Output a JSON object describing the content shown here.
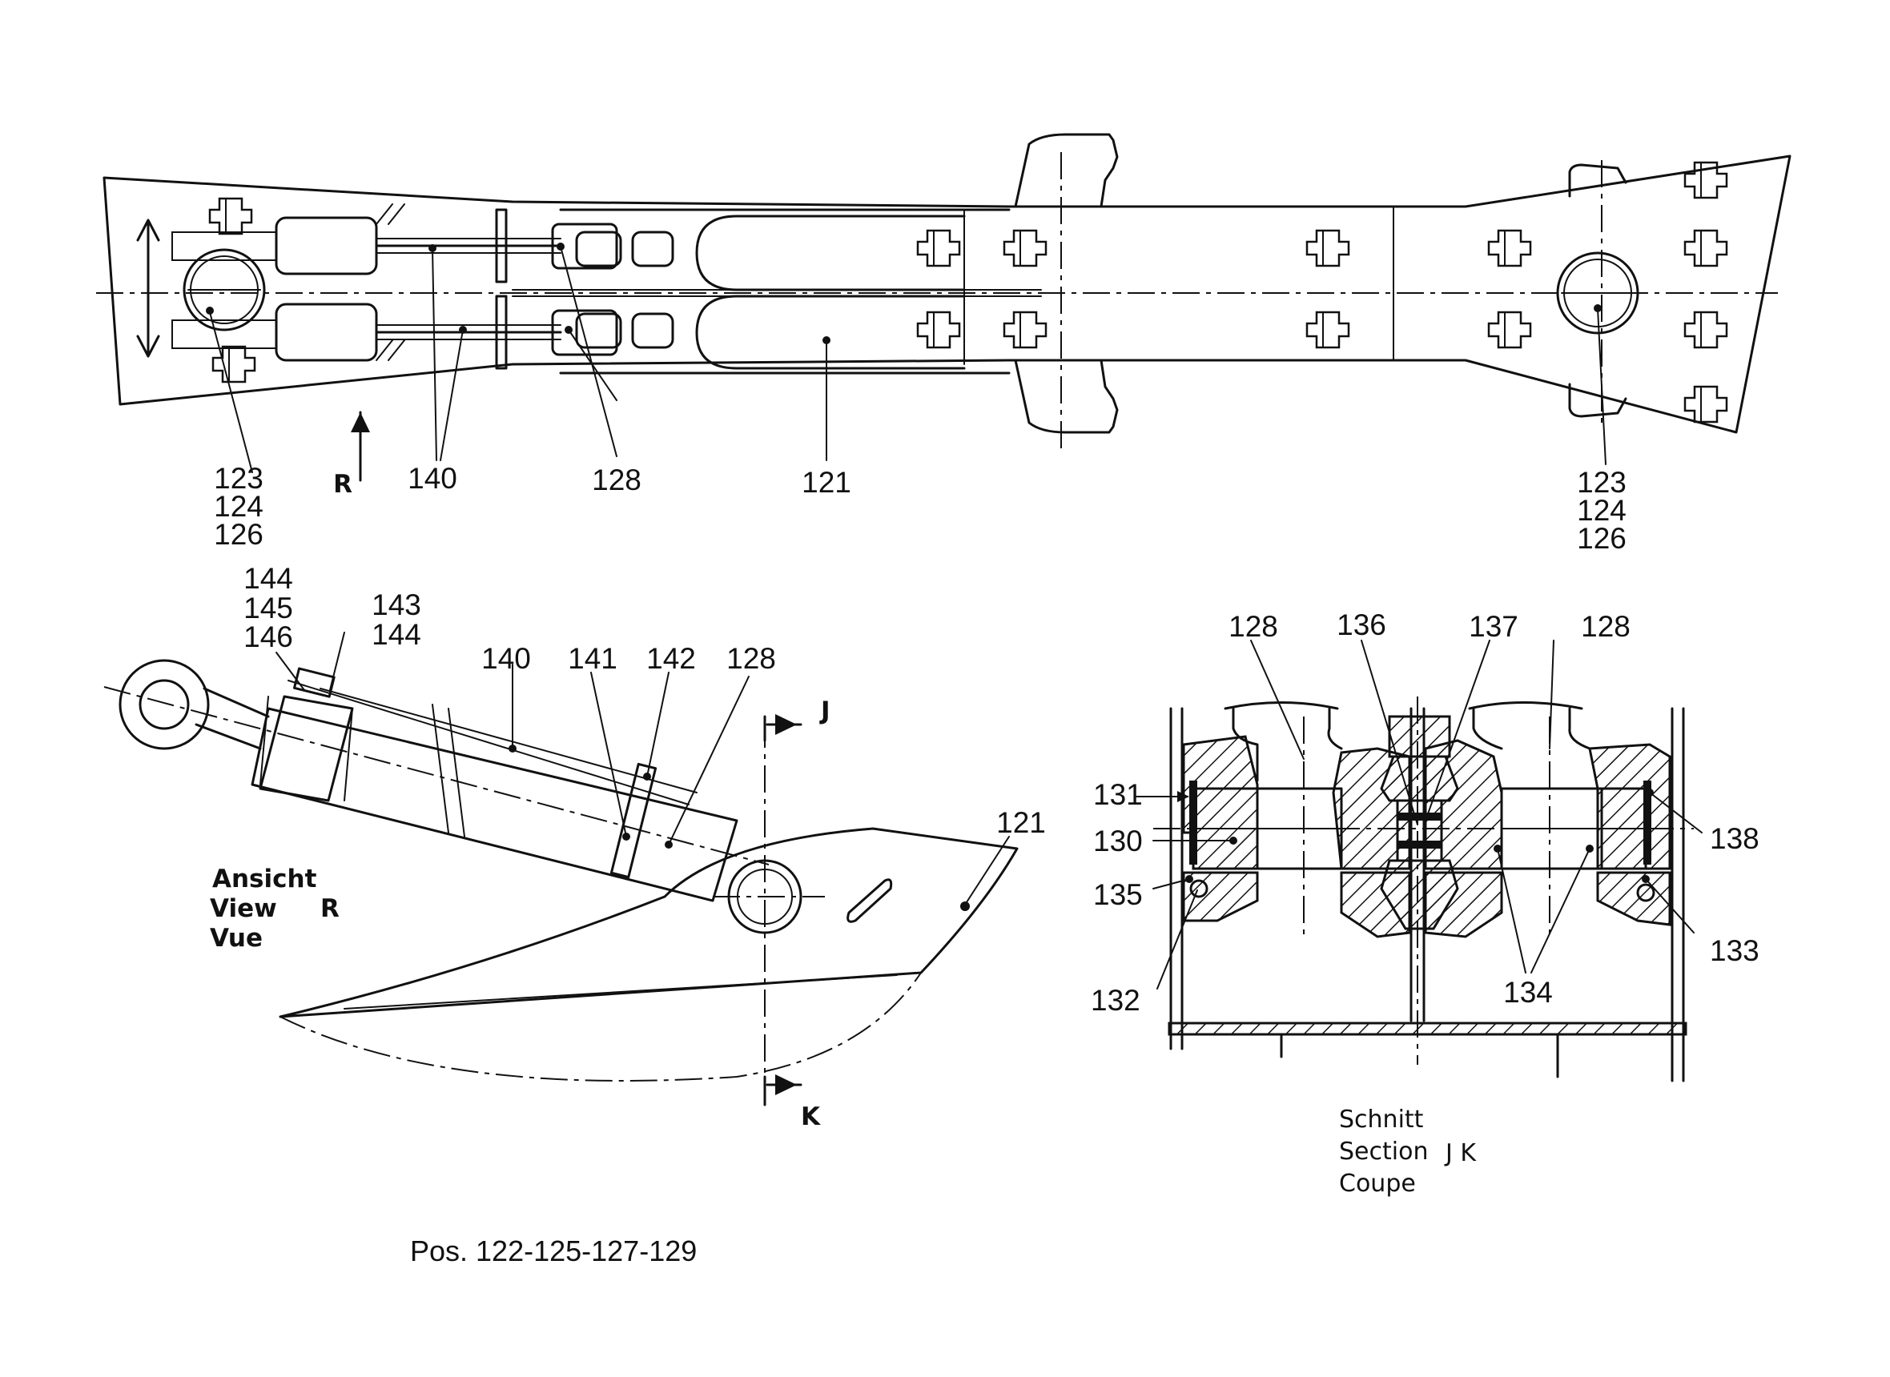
{
  "top_view": {
    "labels": {
      "left_pin_1": "123",
      "left_pin_2": "124",
      "left_pin_3": "126",
      "view_arrow": "R",
      "cylinders": "140",
      "clevis": "128",
      "frame": "121",
      "right_pin_1": "123",
      "right_pin_2": "124",
      "right_pin_3": "126"
    }
  },
  "side_view": {
    "labels": {
      "p144a": "144",
      "p145": "145",
      "p146": "146",
      "p143": "143",
      "p144b": "144",
      "p140": "140",
      "p141": "141",
      "p142": "142",
      "p128": "128",
      "p121": "121",
      "cut_j": "J",
      "cut_k": "K"
    },
    "caption": {
      "line1": "Ansicht",
      "line2": "View",
      "line3": "Vue",
      "letter": "R"
    }
  },
  "section_view": {
    "labels": {
      "p128a": "128",
      "p136": "136",
      "p137": "137",
      "p128b": "128",
      "p131": "131",
      "p130": "130",
      "p135": "135",
      "p132": "132",
      "p138": "138",
      "p133": "133",
      "p134": "134"
    },
    "caption": {
      "line1": "Schnitt",
      "line2": "Section",
      "line3": "Coupe",
      "letters": "J K"
    }
  },
  "footer": {
    "positions": "Pos. 122-125-127-129"
  }
}
